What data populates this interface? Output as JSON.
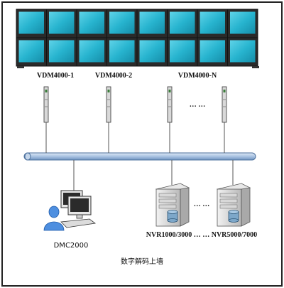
{
  "labels": {
    "vdm1": "VDM4000-1",
    "vdm2": "VDM4000-2",
    "vdmN": "VDM4000-N",
    "dots_decoders": "… …",
    "dots_nvr": "… …",
    "dmc": "DMC2000",
    "nvr": "NVR1000/3000  … …  NVR5000/7000",
    "caption": "数字解码上墙"
  },
  "colors": {
    "screen": "#27b4cf",
    "bezel": "#2a2a2a",
    "bus": "#8fb1d8",
    "line": "#444444",
    "server": "#cfcfcf"
  }
}
